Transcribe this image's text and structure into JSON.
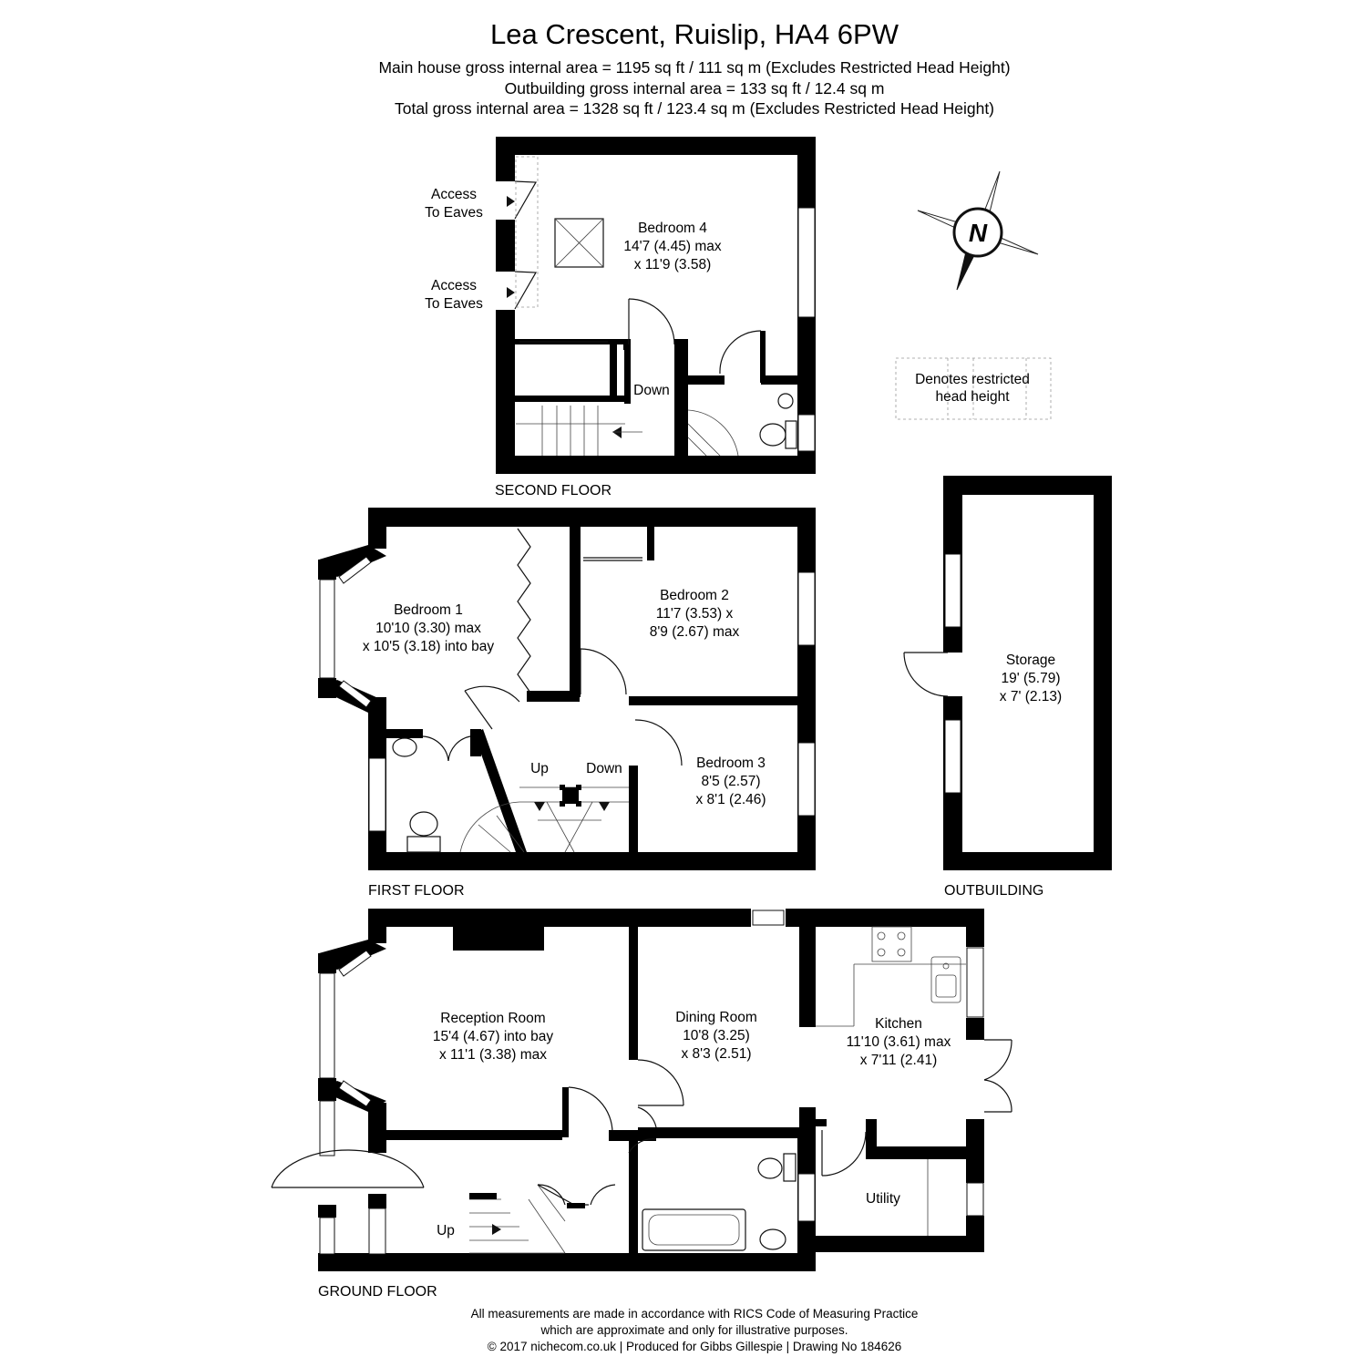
{
  "header": {
    "title": "Lea Crescent, Ruislip, HA4 6PW",
    "line1": "Main house gross internal area =  1195 sq ft / 111 sq m (Excludes Restricted Head Height)",
    "line2": "Outbuilding gross internal area = 133 sq ft / 12.4 sq m",
    "line3": "Total gross internal area =  1328 sq ft / 123.4 sq m (Excludes Restricted Head Height)"
  },
  "compass": {
    "label": "N"
  },
  "legend": {
    "line1": "Denotes restricted",
    "line2": "head height"
  },
  "floors": {
    "second": "SECOND FLOOR",
    "first": "FIRST FLOOR",
    "ground": "GROUND FLOOR",
    "outbuilding": "OUTBUILDING"
  },
  "rooms": {
    "bedroom4": {
      "name": "Bedroom 4",
      "dim1": "14'7 (4.45) max",
      "dim2": "x 11'9 (3.58)"
    },
    "bedroom1": {
      "name": "Bedroom 1",
      "dim1": "10'10 (3.30) max",
      "dim2": "x 10'5 (3.18) into bay"
    },
    "bedroom2": {
      "name": "Bedroom 2",
      "dim1": "11'7 (3.53) x",
      "dim2": "8'9 (2.67) max"
    },
    "bedroom3": {
      "name": "Bedroom 3",
      "dim1": "8'5 (2.57)",
      "dim2": "x 8'1 (2.46)"
    },
    "storage": {
      "name": "Storage",
      "dim1": "19' (5.79)",
      "dim2": "x 7' (2.13)"
    },
    "reception": {
      "name": "Reception Room",
      "dim1": "15'4 (4.67) into bay",
      "dim2": "x 11'1 (3.38) max"
    },
    "dining": {
      "name": "Dining Room",
      "dim1": "10'8 (3.25)",
      "dim2": "x 8'3 (2.51)"
    },
    "kitchen": {
      "name": "Kitchen",
      "dim1": "11'10 (3.61) max",
      "dim2": "x 7'11 (2.41)"
    },
    "utility": {
      "name": "Utility"
    }
  },
  "annotations": {
    "eaves1a": "Access",
    "eaves1b": "To Eaves",
    "eaves2a": "Access",
    "eaves2b": "To Eaves",
    "down_second": "Down",
    "up_first": "Up",
    "down_first": "Down",
    "up_ground": "Up"
  },
  "footer": {
    "line1": "All measurements are made in accordance with RICS Code of Measuring Practice",
    "line2": "which are approximate and only for illustrative purposes.",
    "line3": "© 2017 nichecom.co.uk  |  Produced for Gibbs Gillespie  |  Drawing No 184626"
  }
}
